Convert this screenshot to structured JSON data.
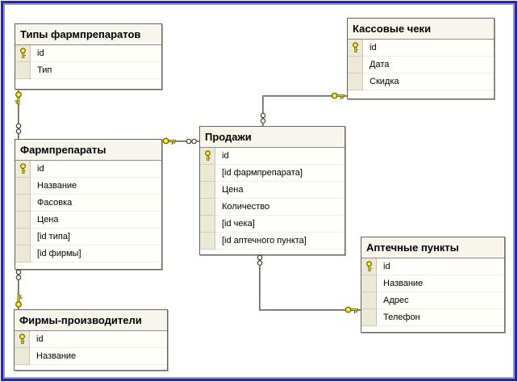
{
  "frame": {
    "outer_border_color": "#2626ab",
    "inner_border_color": "#9090d4"
  },
  "diagram": {
    "type": "database-schema",
    "tables": [
      {
        "title": "Типы фармпрепаратов",
        "fields": [
          {
            "name": "id",
            "pk": true
          },
          {
            "name": "Тип",
            "pk": false
          }
        ]
      },
      {
        "title": "Кассовые чеки",
        "fields": [
          {
            "name": "id",
            "pk": true
          },
          {
            "name": "Дата",
            "pk": false
          },
          {
            "name": "Скидка",
            "pk": false
          }
        ]
      },
      {
        "title": "Фармпрепараты",
        "fields": [
          {
            "name": "id",
            "pk": true
          },
          {
            "name": "Название",
            "pk": false
          },
          {
            "name": "Фасовка",
            "pk": false
          },
          {
            "name": "Цена",
            "pk": false
          },
          {
            "name": "[id типа]",
            "pk": false
          },
          {
            "name": "[id фирмы]",
            "pk": false
          }
        ]
      },
      {
        "title": "Продажи",
        "fields": [
          {
            "name": "id",
            "pk": true
          },
          {
            "name": "[id фармпрепарата]",
            "pk": false
          },
          {
            "name": "Цена",
            "pk": false
          },
          {
            "name": "Количество",
            "pk": false
          },
          {
            "name": "[id чека]",
            "pk": false
          },
          {
            "name": "[id аптечного пункта]",
            "pk": false
          }
        ]
      },
      {
        "title": "Аптечные пункты",
        "fields": [
          {
            "name": "id",
            "pk": true
          },
          {
            "name": "Название",
            "pk": false
          },
          {
            "name": "Адрес",
            "pk": false
          },
          {
            "name": "Телефон",
            "pk": false
          }
        ]
      },
      {
        "title": "Фирмы-производители",
        "fields": [
          {
            "name": "id",
            "pk": true
          },
          {
            "name": "Название",
            "pk": false
          }
        ]
      }
    ],
    "relations": [
      {
        "one": "Типы фармпрепаратов",
        "many": "Фармпрепараты"
      },
      {
        "one": "Фирмы-производители",
        "many": "Фармпрепараты"
      },
      {
        "one": "Фармпрепараты",
        "many": "Продажи"
      },
      {
        "one": "Кассовые чеки",
        "many": "Продажи"
      },
      {
        "one": "Аптечные пункты",
        "many": "Продажи"
      }
    ],
    "colors": {
      "key_icon": "#f2e400",
      "key_outline": "#66600a",
      "line": "#4f4d45",
      "table_header_bg": "#f8f6ec",
      "row_selector_bg": "#ece9d8",
      "field_bg": "#fffefa",
      "table_border": "#64625a"
    }
  }
}
